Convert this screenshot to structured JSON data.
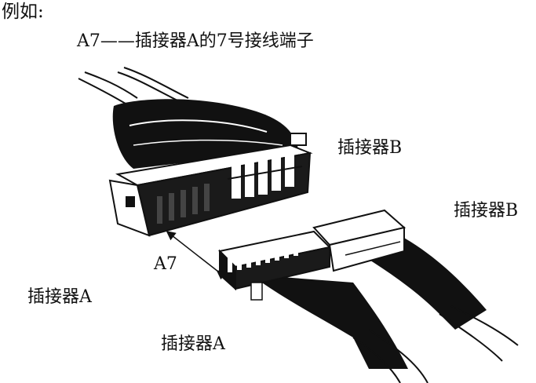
{
  "intro": "例如:",
  "example": "A7——插接器A的7号接线端子",
  "labels": {
    "connector_b_top": "插接器B",
    "connector_b_right": "插接器B",
    "pin_a7": "A7",
    "connector_a_left": "插接器A",
    "connector_a_bottom": "插接器A"
  }
}
